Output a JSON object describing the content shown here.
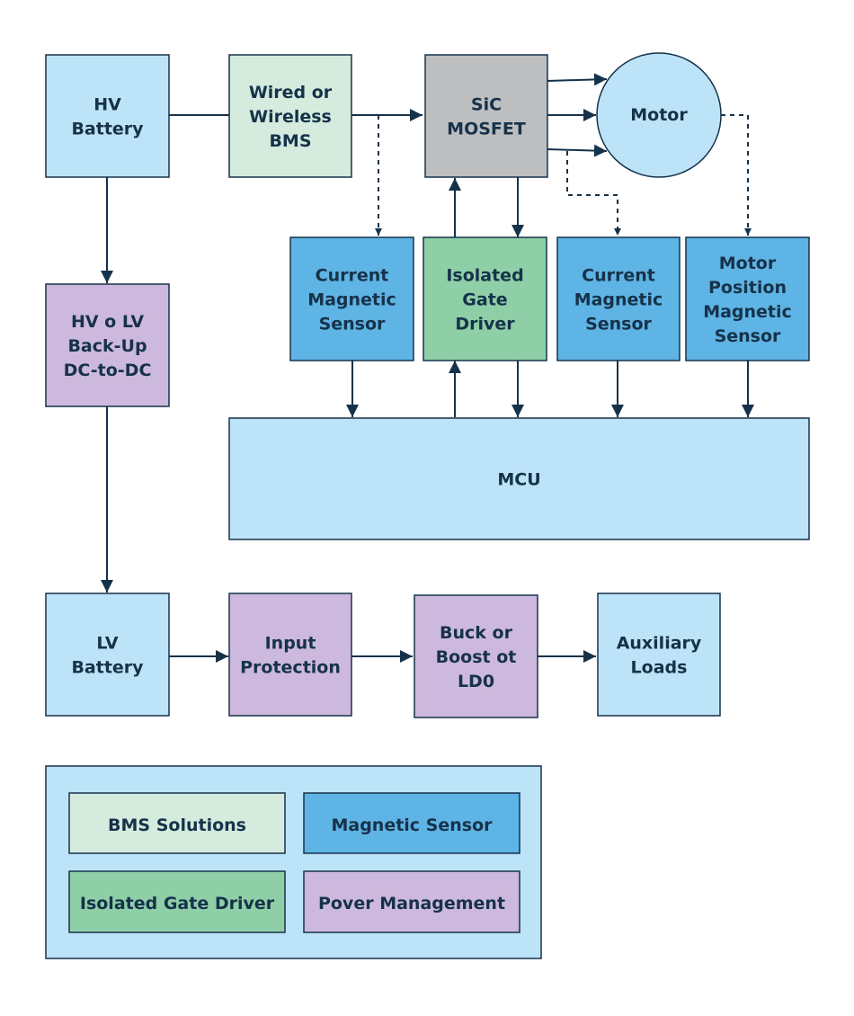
{
  "colors": {
    "battery": "#bde3f8",
    "bms": "#d4ebdd",
    "mosfet": "#bdbec0",
    "magnetic": "#5eb4e4",
    "gate_driver": "#8fcfa7",
    "power": "#cdb9dd",
    "legend_bg": "#bde3f8",
    "line": "#16324a"
  },
  "blocks": {
    "hv_battery": [
      "HV",
      "Battery"
    ],
    "bms": [
      "Wired or",
      "Wireless",
      "BMS"
    ],
    "mosfet": [
      "SiC",
      "MOSFET"
    ],
    "motor": [
      "Motor"
    ],
    "hv_lv_dcdc": [
      "HV o LV",
      "Back-Up",
      "DC-to-DC"
    ],
    "current_sensor_1": [
      "Current",
      "Magnetic",
      "Sensor"
    ],
    "gate_driver": [
      "Isolated",
      "Gate",
      "Driver"
    ],
    "current_sensor_2": [
      "Current",
      "Magnetic",
      "Sensor"
    ],
    "motor_position_sensor": [
      "Motor",
      "Position",
      "Magnetic",
      "Sensor"
    ],
    "mcu": [
      "MCU"
    ],
    "lv_battery": [
      "LV",
      "Battery"
    ],
    "input_protection": [
      "Input",
      "Protection"
    ],
    "buck_boost_ldo": [
      "Buck or",
      "Boost ot",
      "LD0"
    ],
    "auxiliary_loads": [
      "Auxiliary",
      "Loads"
    ]
  },
  "legend": {
    "bms": "BMS Solutions",
    "magnetic": "Magnetic Sensor",
    "gate_driver": "Isolated Gate Driver",
    "power": "Pover Management"
  }
}
